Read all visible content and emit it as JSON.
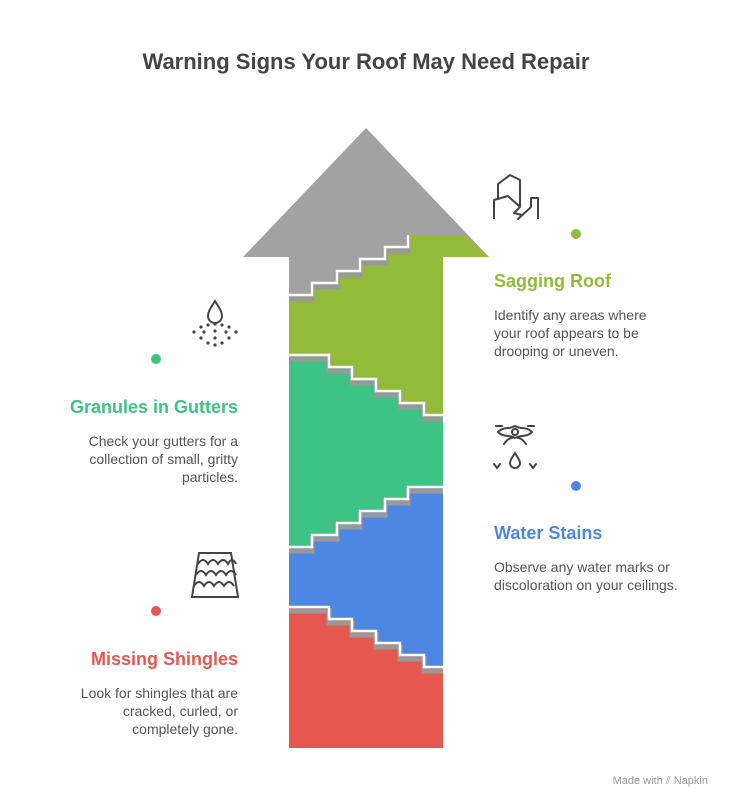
{
  "title": "Warning Signs Your Roof May Need Repair",
  "items": [
    {
      "title": "Sagging Roof",
      "text": "Identify any areas where your roof appears to be drooping or uneven.",
      "color": "#93BB3A",
      "icon": "house-crack-icon"
    },
    {
      "title": "Granules in Gutters",
      "text": "Check your gutters for a collection of small, gritty particles.",
      "color": "#3DC484",
      "icon": "droplet-granules-icon"
    },
    {
      "title": "Water Stains",
      "text": "Observe any water marks or discoloration on your ceilings.",
      "color": "#4E87E3",
      "icon": "eye-drip-icon"
    },
    {
      "title": "Missing Shingles",
      "text": "Look for shingles that are cracked, curled, or completely gone.",
      "color": "#E5574F",
      "icon": "shingles-icon"
    }
  ],
  "arrow_color": "#A2A2A2",
  "footer": "Made with ⫽ Napkin"
}
